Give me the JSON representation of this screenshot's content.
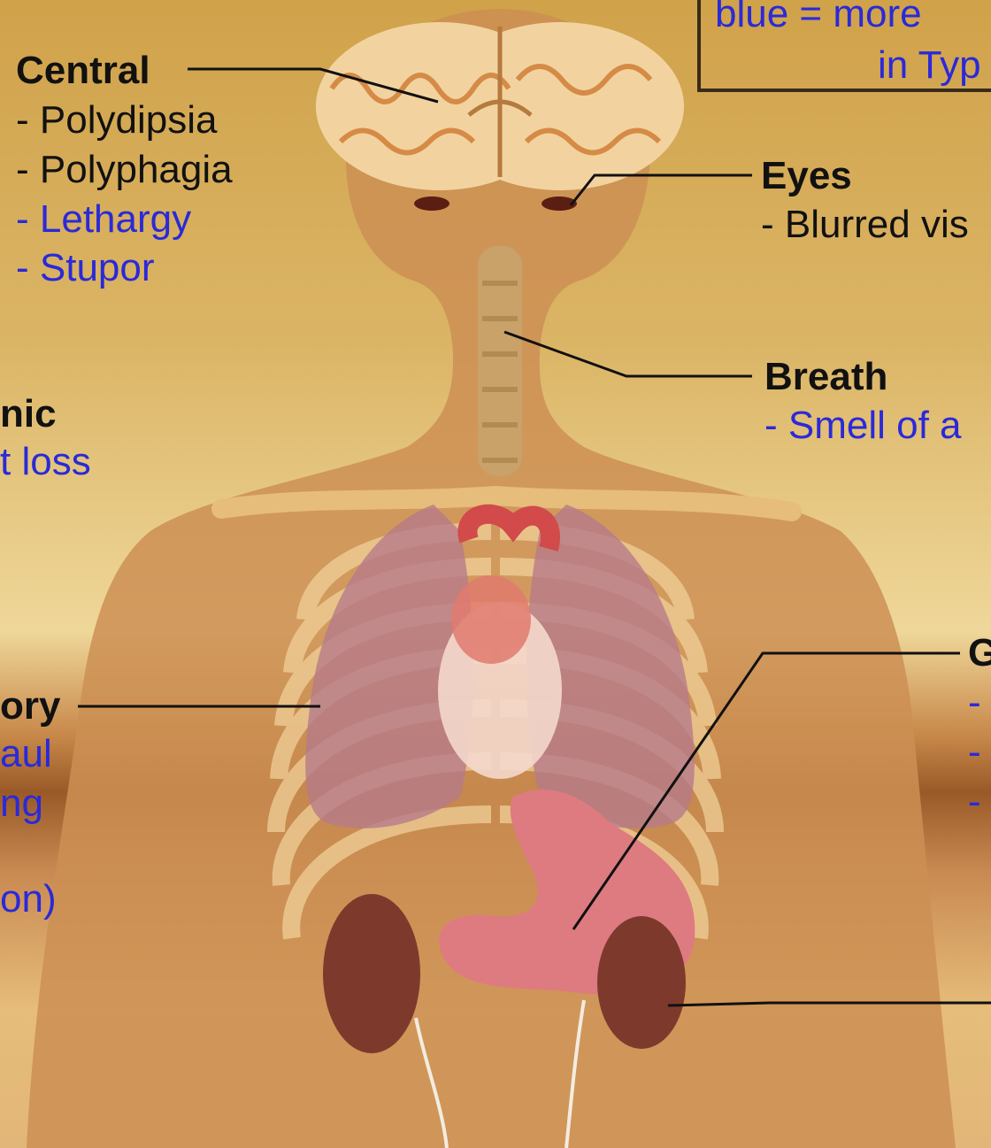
{
  "legend_box": {
    "line1": "blue = more",
    "line2": "in Typ"
  },
  "central": {
    "heading": "Central",
    "items": [
      "- Polydipsia",
      "- Polyphagia",
      "- Lethargy",
      "- Stupor"
    ]
  },
  "eyes": {
    "heading": "Eyes",
    "items": [
      "- Blurred vis"
    ]
  },
  "breath": {
    "heading": "Breath",
    "items": [
      "- Smell of a"
    ]
  },
  "systemic": {
    "heading": "nic",
    "items": [
      "t loss"
    ]
  },
  "respiratory": {
    "heading": "ory",
    "items": [
      "aul",
      "ng",
      "on)"
    ]
  },
  "gastric": {
    "heading": "G",
    "items": [
      "-",
      "-",
      "-"
    ]
  },
  "colors": {
    "black_text": "#111111",
    "blue_text": "#2a2ad8",
    "skin": "#cc8f54",
    "background_top": "#d0a24a"
  }
}
